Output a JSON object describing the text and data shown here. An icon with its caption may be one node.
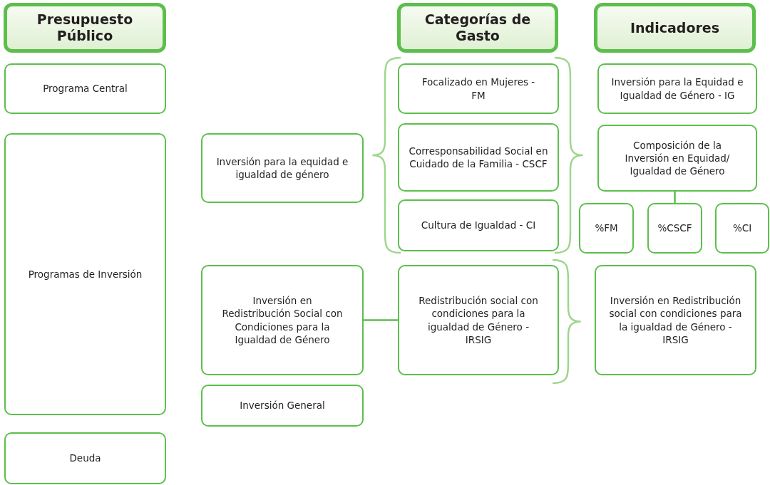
{
  "diagram": {
    "nodes": [
      {
        "text": [
          "Presupuesto Público"
        ]
      },
      {
        "text": [
          "Categorías de Gasto"
        ]
      },
      {
        "text": [
          "Indicadores"
        ]
      },
      {
        "text": [
          "Programa Central"
        ]
      },
      {
        "text": [
          "Programas de Inversión"
        ]
      },
      {
        "text": [
          "Deuda"
        ]
      },
      {
        "text": [
          "Inversión para la equidad e igualdad de género"
        ]
      },
      {
        "text": [
          "Focalizado en Mujeres - FM"
        ]
      },
      {
        "text": [
          "Corresponsabilidad Social en Cuidado de la Familia - CSCF"
        ]
      },
      {
        "text": [
          "Cultura de Igualdad - CI"
        ]
      },
      {
        "text": [
          "Inversión para la Equidad e Igualdad de Género - IG"
        ]
      },
      {
        "text": [
          "Composición de la Inversión en Equidad/ Igualdad de Género"
        ]
      },
      {
        "text": [
          "%FM"
        ]
      },
      {
        "text": [
          "%CSCF"
        ]
      },
      {
        "text": [
          "%CI"
        ]
      },
      {
        "text": [
          "Inversión en Redistribución  Social con Condiciones para la Igualdad de Género"
        ]
      },
      {
        "text": [
          "Redistribución social con condiciones para la igualdad de Género - IRSIG"
        ]
      },
      {
        "text": [
          "Inversión en Redistribución social con condiciones para la igualdad de Género - IRSIG"
        ]
      },
      {
        "text": [
          "Inversión General"
        ]
      }
    ],
    "edges": [
      {
        "from": 15,
        "to": 16,
        "arrow": "none"
      },
      {
        "from": 11,
        "to": 13,
        "arrow": "none"
      }
    ]
  }
}
